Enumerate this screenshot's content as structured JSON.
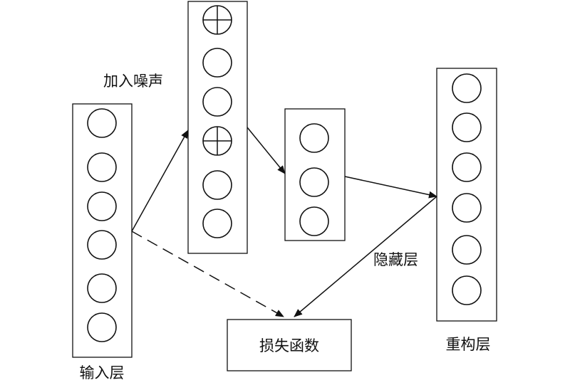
{
  "diagram": {
    "labels": {
      "input_layer": "输入层",
      "add_noise": "加入噪声",
      "hidden_layer": "隐藏层",
      "reconstruction_layer": "重构层",
      "loss_function": "损失函数"
    },
    "layers": {
      "input": {
        "node_count": 6
      },
      "noisy": {
        "node_count": 6,
        "noise_marked_nodes": [
          1,
          4
        ]
      },
      "hidden": {
        "node_count": 3
      },
      "reconstruction": {
        "node_count": 6
      }
    },
    "colors": {
      "stroke": "#111111",
      "background": "#ffffff"
    }
  }
}
